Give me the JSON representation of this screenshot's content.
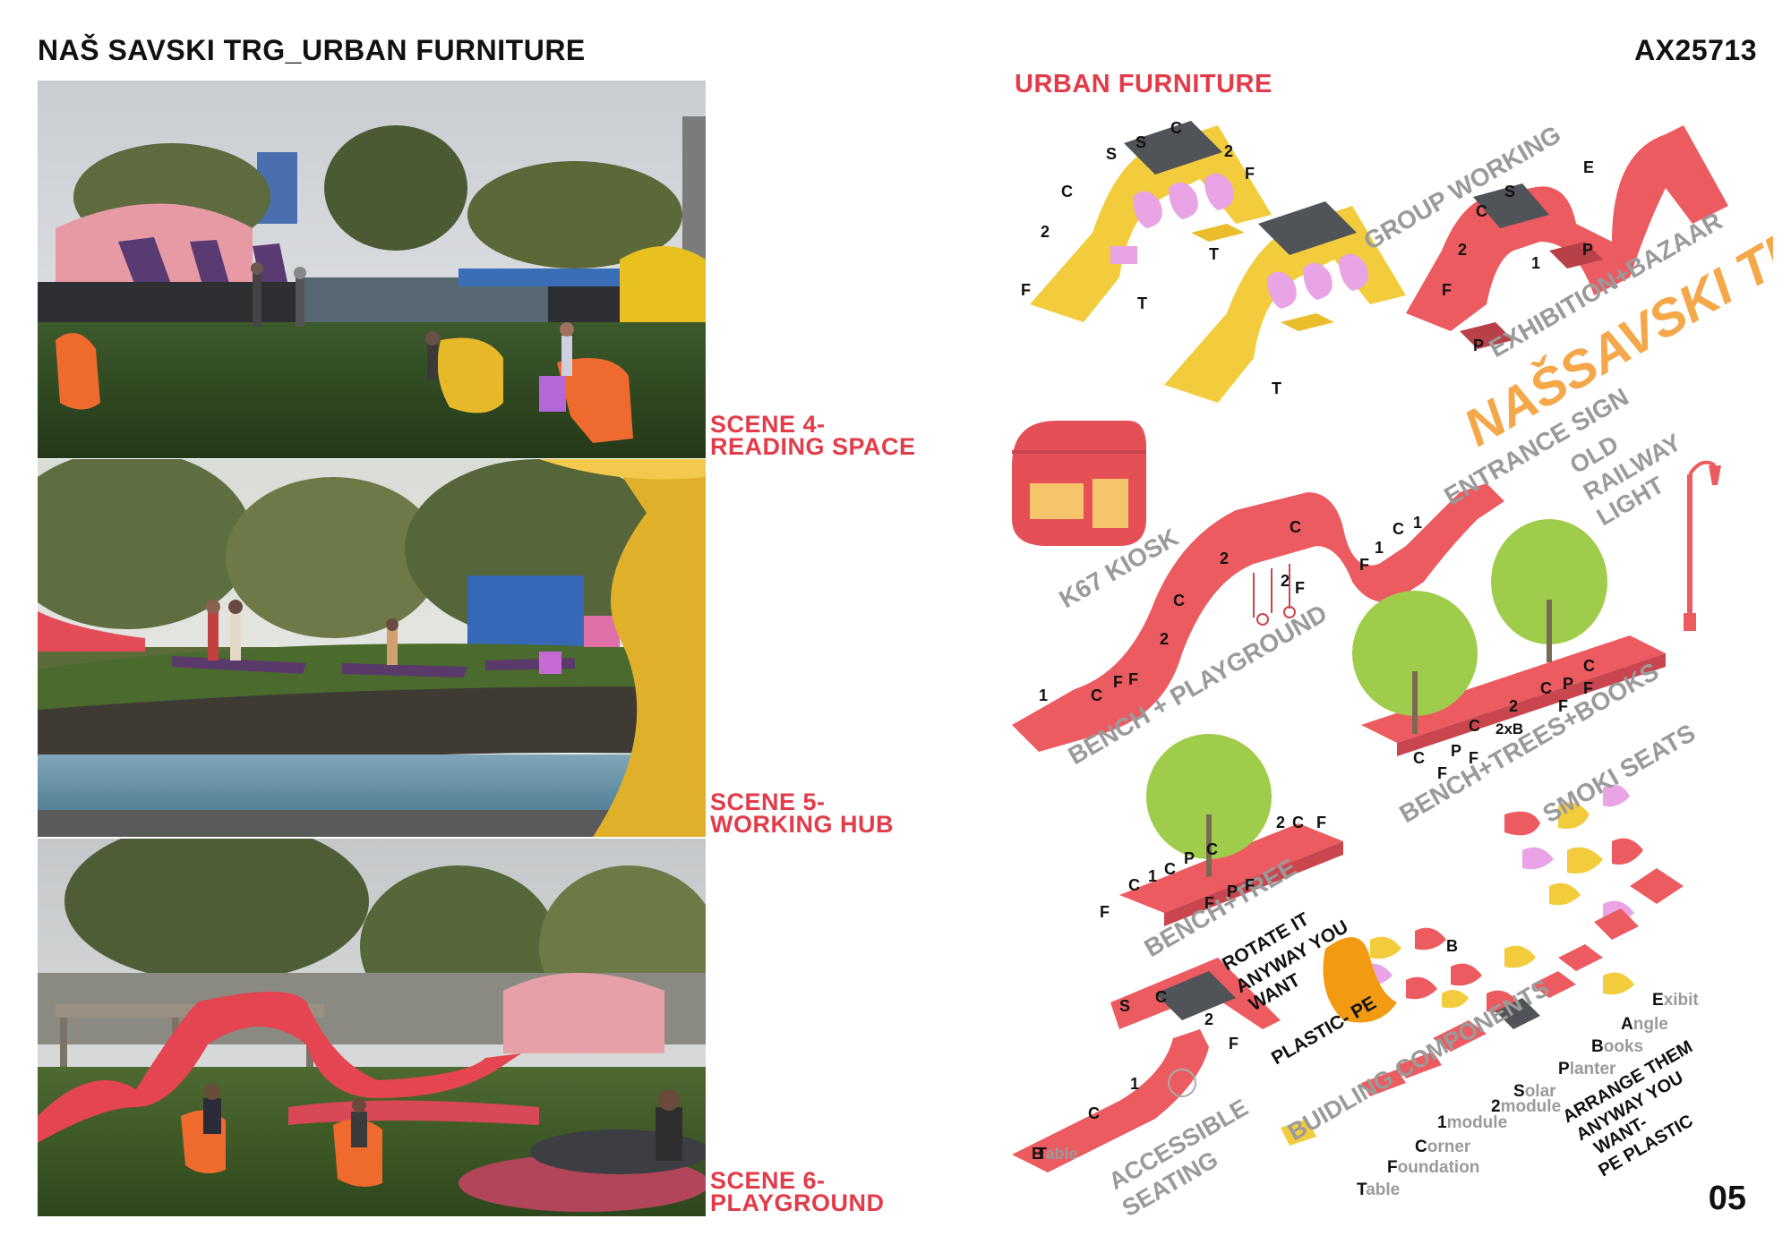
{
  "header": {
    "title": "NAŠ SAVSKI TRG_URBAN FURNITURE",
    "code": "AX25713"
  },
  "section_title": "URBAN FURNITURE",
  "scenes": [
    {
      "line1": "SCENE 4-",
      "line2": "READING SPACE"
    },
    {
      "line1": "SCENE 5-",
      "line2": "WORKING HUB"
    },
    {
      "line1": "SCENE 6-",
      "line2": "PLAYGROUND"
    }
  ],
  "furniture_labels": {
    "group_working": "GROUP WORKING",
    "exhibition": "EXHIBITION+BAZAAR",
    "sign_logo": "NAŠSAVSKI TRG",
    "entrance_sign": "ENTRANCE SIGN",
    "railway_light": [
      "OLD",
      "RAILWAY",
      "LIGHT"
    ],
    "kiosk": "K67 KIOSK",
    "bench_playground": "BENCH + PLAYGROUND",
    "bench_trees_books": "BENCH+TREES+BOOKS",
    "smoki_seats": "SMOKI SEATS",
    "bench_tree": "BENCH+TREE",
    "rotate": [
      "ROTATE IT",
      "ANYWAY YOU",
      "WANT"
    ],
    "plastic": "PLASTIC- PE",
    "accessible": [
      "ACCESSIBLE",
      "SEATING"
    ],
    "building_components": "BUIDLING COMPONENTS",
    "arrange": [
      "ARRANGE THEM",
      "ANYWAY YOU",
      "WANT-",
      "PE PLASTIC"
    ],
    "twoxb": "2xB"
  },
  "components": [
    {
      "initial": "E",
      "rest": "xibit"
    },
    {
      "initial": "A",
      "rest": "ngle"
    },
    {
      "initial": "B",
      "rest": "ooks"
    },
    {
      "initial": "P",
      "rest": "lanter"
    },
    {
      "initial": "S",
      "rest": "olar"
    },
    {
      "initial": "2",
      "rest": "module"
    },
    {
      "initial": "1",
      "rest": "module"
    },
    {
      "initial": "C",
      "rest": "orner"
    },
    {
      "initial": "F",
      "rest": "oundation"
    },
    {
      "initial": "T",
      "rest": "able"
    }
  ],
  "letters": {
    "C": "C",
    "S": "S",
    "F": "F",
    "T": "T",
    "E": "E",
    "P": "P",
    "B": "B",
    "one": "1",
    "two": "2"
  },
  "page_number": "05",
  "colors": {
    "accent": "#e23c4a",
    "furniture_red": "#ec5b60",
    "furniture_yellow": "#f2cc3c",
    "pink": "#e8a4e4",
    "grey_label": "#9a9a9a",
    "solar": "#505358"
  }
}
